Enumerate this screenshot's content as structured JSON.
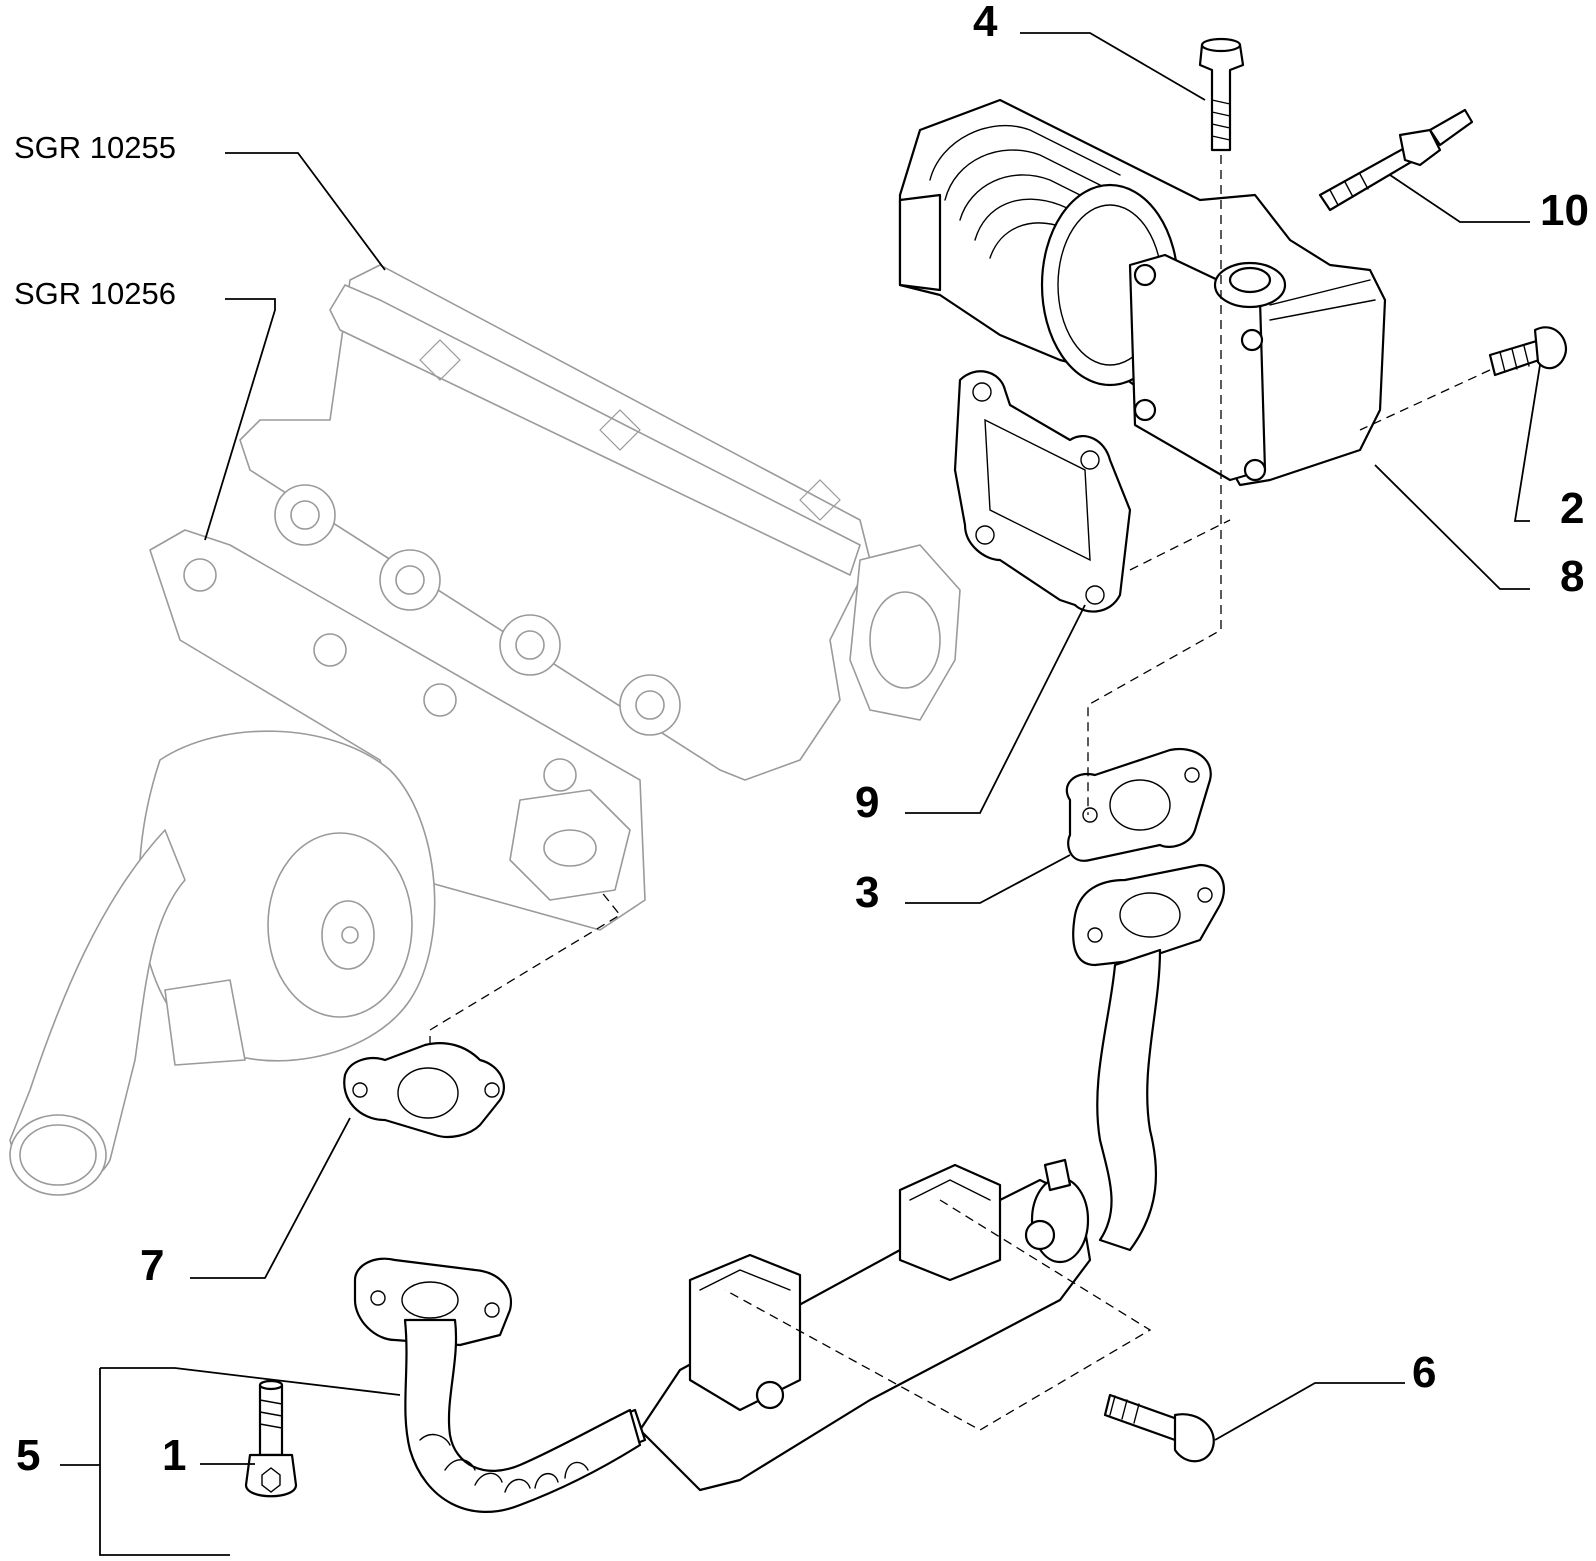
{
  "references": {
    "sgr_10255": "SGR 10255",
    "sgr_10256": "SGR 10256"
  },
  "callouts": {
    "c1": "1",
    "c2": "2",
    "c3": "3",
    "c4": "4",
    "c5": "5",
    "c6": "6",
    "c7": "7",
    "c8": "8",
    "c9": "9",
    "c10": "10"
  },
  "colors": {
    "line": "#000000",
    "background_parts": "#9a9a9a"
  }
}
